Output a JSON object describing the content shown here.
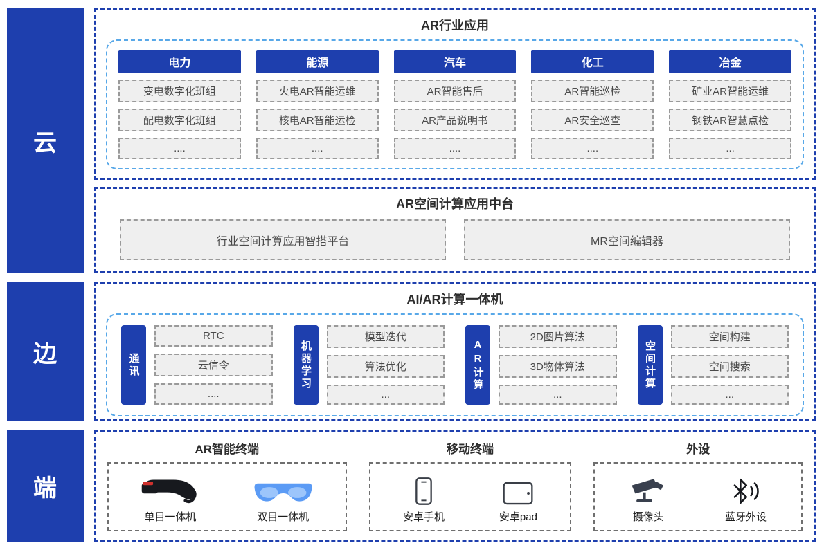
{
  "layers": [
    {
      "label": "云"
    },
    {
      "label": "边"
    },
    {
      "label": "端"
    }
  ],
  "industry_apps": {
    "title": "AR行业应用",
    "columns": [
      {
        "header": "电力",
        "items": [
          "变电数字化班组",
          "配电数字化班组",
          "...."
        ]
      },
      {
        "header": "能源",
        "items": [
          "火电AR智能运维",
          "核电AR智能运检",
          "...."
        ]
      },
      {
        "header": "汽车",
        "items": [
          "AR智能售后",
          "AR产品说明书",
          "...."
        ]
      },
      {
        "header": "化工",
        "items": [
          "AR智能巡检",
          "AR安全巡查",
          "...."
        ]
      },
      {
        "header": "冶金",
        "items": [
          "矿业AR智能运维",
          "钢铁AR智慧点检",
          "..."
        ]
      }
    ]
  },
  "middle_platform": {
    "title": "AR空间计算应用中台",
    "items": [
      "行业空间计算应用智搭平台",
      "MR空间编辑器"
    ]
  },
  "edge": {
    "title": "AI/AR计算一体机",
    "groups": [
      {
        "header": "通讯",
        "items": [
          "RTC",
          "云信令",
          "...."
        ]
      },
      {
        "header": "机器学习",
        "items": [
          "模型迭代",
          "算法优化",
          "..."
        ]
      },
      {
        "header": "AR计算",
        "items": [
          "2D图片算法",
          "3D物体算法",
          "..."
        ]
      },
      {
        "header": "空间计算",
        "items": [
          "空间构建",
          "空间搜索",
          "..."
        ]
      }
    ]
  },
  "terminals": {
    "groups": [
      {
        "title": "AR智能终端",
        "devices": [
          {
            "icon": "monocular-headset-icon",
            "label": "单目一体机"
          },
          {
            "icon": "binocular-glasses-icon",
            "label": "双目一体机"
          }
        ]
      },
      {
        "title": "移动终端",
        "devices": [
          {
            "icon": "android-phone-icon",
            "label": "安卓手机"
          },
          {
            "icon": "android-pad-icon",
            "label": "安卓pad"
          }
        ]
      },
      {
        "title": "外设",
        "devices": [
          {
            "icon": "cctv-camera-icon",
            "label": "摄像头"
          },
          {
            "icon": "bluetooth-icon",
            "label": "蓝牙外设"
          }
        ]
      }
    ]
  },
  "colors": {
    "primary_blue": "#1e3fae",
    "inner_border_blue": "#58a8e8",
    "item_fill_gray": "#efefef"
  }
}
